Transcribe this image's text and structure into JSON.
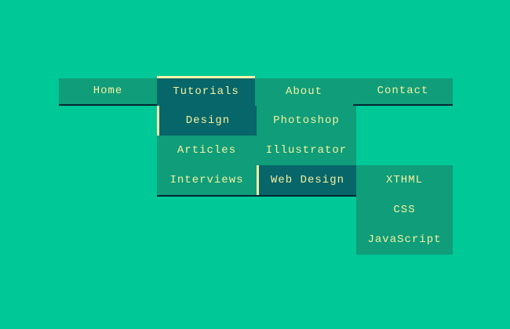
{
  "colors": {
    "page_background": "#00c897",
    "item_background": "#0f9d7a",
    "active_item_background": "#076669",
    "text": "#f5f1a0",
    "highlight_border": "#faf6aa",
    "shadow_border": "#032430"
  },
  "menu": {
    "items": [
      {
        "label": "Home",
        "state": "normal"
      },
      {
        "label": "Tutorials",
        "state": "active-trail",
        "children": [
          {
            "label": "Design",
            "state": "active-trail",
            "children": [
              {
                "label": "Photoshop",
                "state": "normal"
              },
              {
                "label": "Illustrator",
                "state": "normal"
              },
              {
                "label": "Web Design",
                "state": "active-trail",
                "children": [
                  {
                    "label": "XTHML",
                    "state": "normal"
                  },
                  {
                    "label": "CSS",
                    "state": "normal"
                  },
                  {
                    "label": "JavaScript",
                    "state": "normal"
                  }
                ]
              }
            ]
          },
          {
            "label": "Articles",
            "state": "normal"
          },
          {
            "label": "Interviews",
            "state": "normal"
          }
        ]
      },
      {
        "label": "About",
        "state": "normal"
      },
      {
        "label": "Contact",
        "state": "normal"
      }
    ]
  }
}
